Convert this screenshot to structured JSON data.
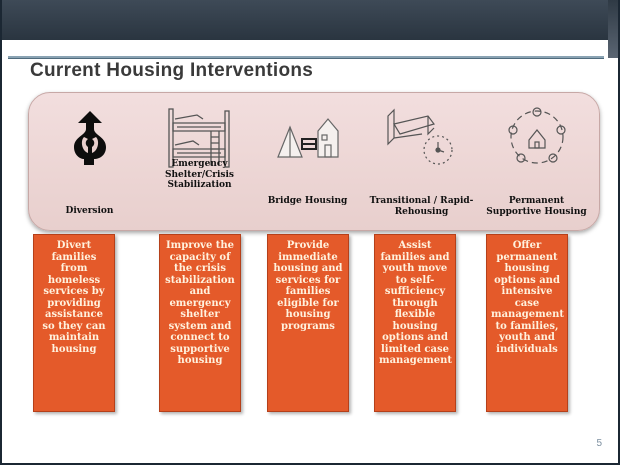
{
  "slide": {
    "title": "Current Housing Interventions",
    "page_number": "5"
  },
  "interventions": [
    {
      "label": "Diversion",
      "icon": "diverging-arrows-icon",
      "description": "Divert families from homeless services by providing assistance so they can maintain housing"
    },
    {
      "label": "Emergency Shelter/Crisis Stabilization",
      "icon": "bunk-bed-icon",
      "description": "Improve the capacity of the crisis stabilization and emergency shelter system and connect to supportive housing"
    },
    {
      "label": "Bridge Housing",
      "icon": "tent-bridge-house-icon",
      "description": "Provide immediate housing and services for families eligible for housing programs"
    },
    {
      "label": "Transitional / Rapid-Rehousing",
      "icon": "bed-and-clock-icon",
      "description": "Assist families and youth move to self-sufficiency through flexible housing options and limited case management"
    },
    {
      "label": "Permanent Supportive Housing",
      "icon": "circle-of-people-around-house-icon",
      "description": "Offer permanent housing options and intensive case management to families, youth and individuals"
    }
  ],
  "colors": {
    "card": "#e45a2a",
    "band": "#f2dede",
    "header_bar": "#2a3540"
  }
}
